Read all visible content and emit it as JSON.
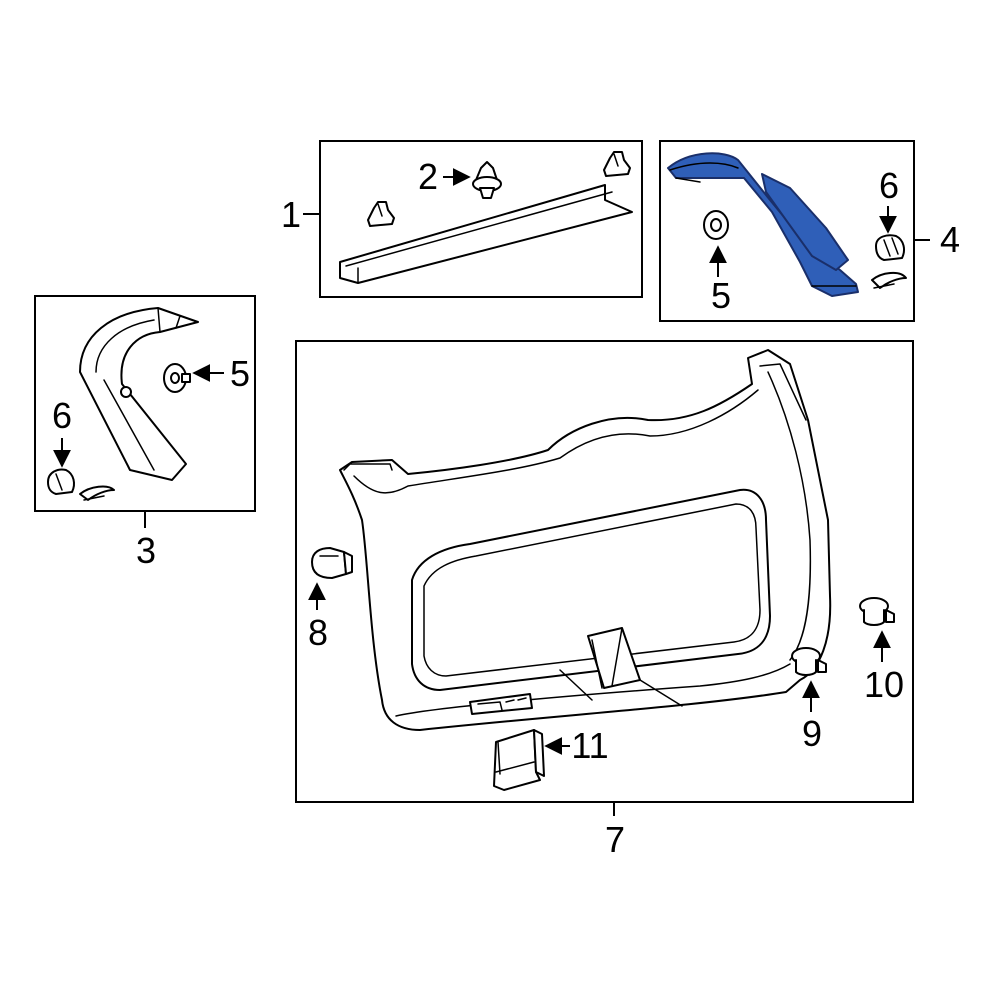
{
  "colors": {
    "highlight_fill": "#2f5fb8",
    "highlight_stroke": "#1a2f6a",
    "line": "#000000",
    "background": "#ffffff"
  },
  "callouts": {
    "c1": "1",
    "c2": "2",
    "c3": "3",
    "c4": "4",
    "c5_top": "5",
    "c5_left": "5",
    "c6_top": "6",
    "c6_left": "6",
    "c7": "7",
    "c8": "8",
    "c9": "9",
    "c10": "10",
    "c11": "11"
  }
}
